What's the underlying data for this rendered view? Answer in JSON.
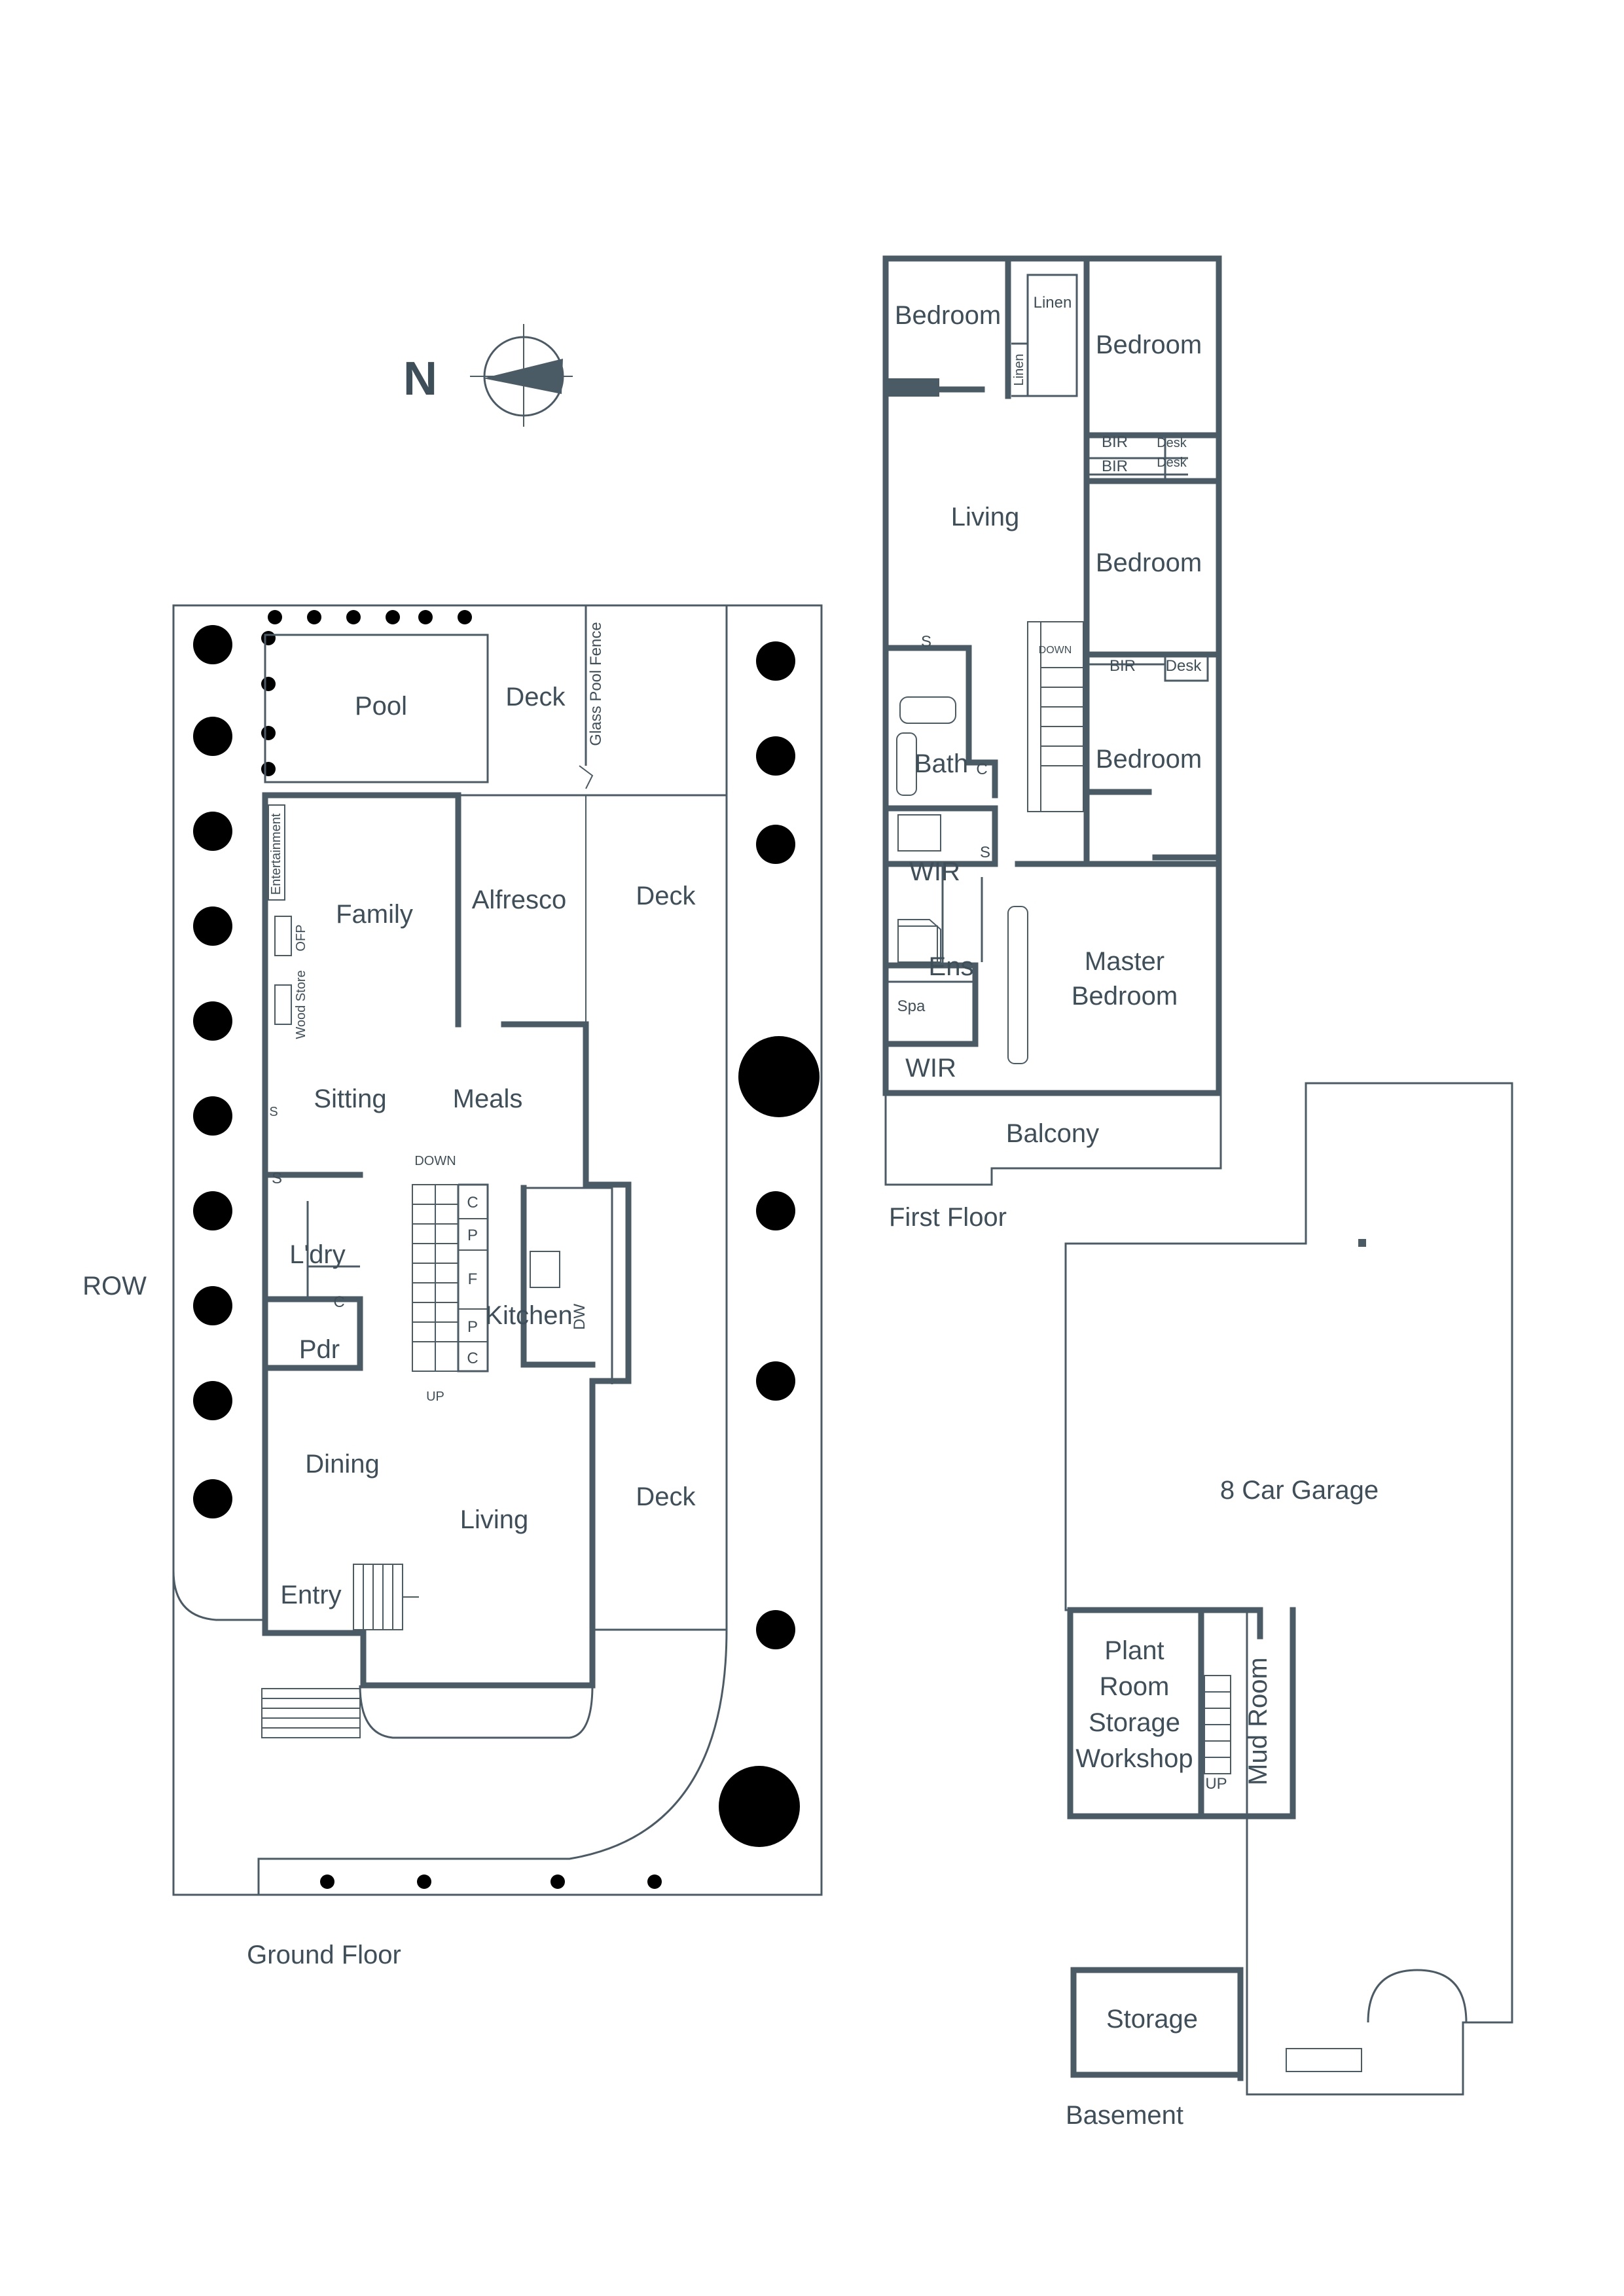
{
  "compass": {
    "north_label": "N"
  },
  "ground_floor": {
    "caption": "Ground Floor",
    "row_label": "ROW",
    "rooms": {
      "pool": "Pool",
      "deck_top": "Deck",
      "glass_pool_fence": "Glass Pool Fence",
      "family": "Family",
      "entertainment": "Entertainment",
      "ofp": "OFP",
      "wood_store": "Wood Store",
      "alfresco": "Alfresco",
      "deck_right": "Deck",
      "sitting": "Sitting",
      "meals": "Meals",
      "s_upper": "S",
      "s_lower": "S",
      "laundry": "L'dry",
      "laundry_c": "C",
      "powder": "Pdr",
      "stair_down": "DOWN",
      "stair_up": "UP",
      "c_top": "C",
      "p_top": "P",
      "fridge": "F",
      "p_bottom": "P",
      "c_bottom": "C",
      "kitchen": "Kitchen",
      "dw": "DW",
      "dining": "Dining",
      "living": "Living",
      "deck_lower": "Deck",
      "entry": "Entry"
    }
  },
  "first_floor": {
    "caption": "First Floor",
    "rooms": {
      "bedroom_1": "Bedroom",
      "linen_1": "Linen",
      "linen_2": "Linen",
      "bedroom_2": "Bedroom",
      "bir_1": "BIR",
      "desk_1": "Desk",
      "bir_2": "BIR",
      "desk_2": "Desk",
      "living": "Living",
      "bedroom_3": "Bedroom",
      "s_top": "S",
      "stair_down": "DOWN",
      "bir_3": "BIR",
      "desk_3": "Desk",
      "bath": "Bath",
      "bath_c": "C",
      "bedroom_4": "Bedroom",
      "wir_1": "WIR",
      "s_wir": "S",
      "ens": "Ens",
      "spa": "Spa",
      "master_bedroom_line1": "Master",
      "master_bedroom_line2": "Bedroom",
      "wir_2": "WIR",
      "balcony": "Balcony"
    }
  },
  "basement": {
    "caption": "Basement",
    "rooms": {
      "garage": "8 Car Garage",
      "plant_line1": "Plant",
      "plant_line2": "Room",
      "plant_line3": "Storage",
      "plant_line4": "Workshop",
      "stair_up": "UP",
      "mud_room": "Mud Room",
      "storage": "Storage"
    }
  }
}
